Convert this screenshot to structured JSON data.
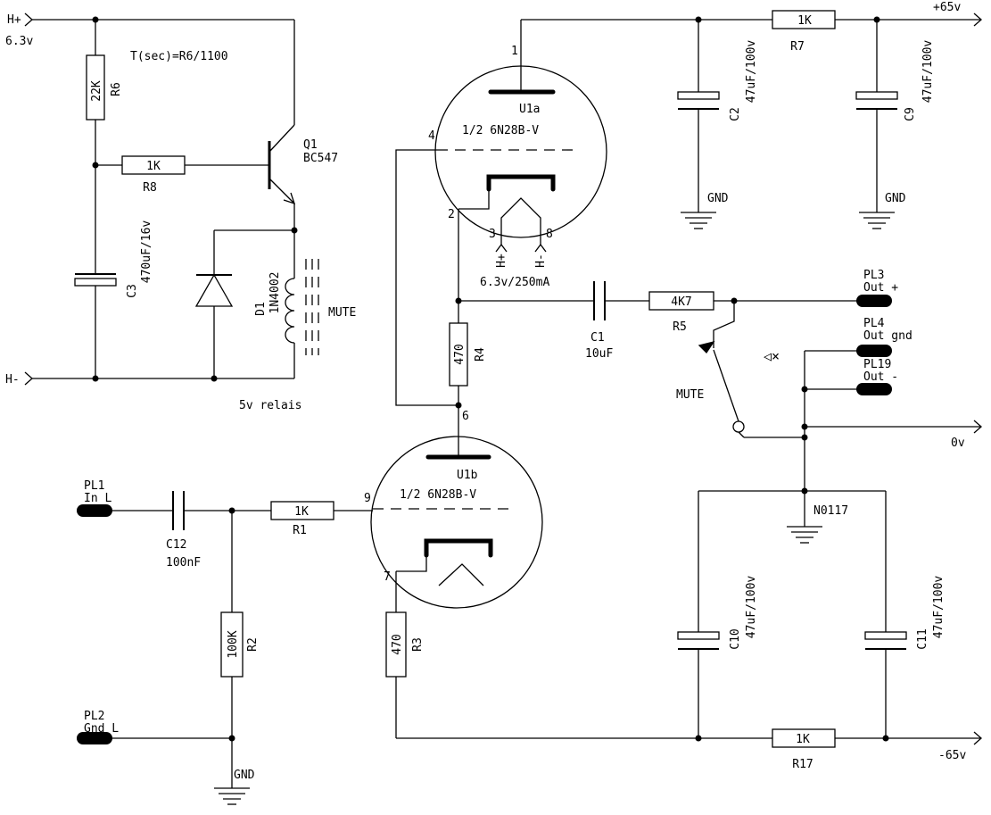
{
  "rails": {
    "h_plus": "H+",
    "h_plus_voltage": "6.3v",
    "h_minus": "H-",
    "plus_65": "+65v",
    "minus_65": "-65v",
    "zero_v": "0v"
  },
  "note": "T(sec)=R6/1100",
  "relay_label": "5v relais",
  "heater_label": "6.3v/250mA",
  "mute_label": "MUTE",
  "switch_label": "MUTE",
  "gnd": "GND",
  "ground_node": "N0117",
  "components": {
    "R6": {
      "ref": "R6",
      "value": "22K"
    },
    "R8": {
      "ref": "R8",
      "value": "1K"
    },
    "R7": {
      "ref": "R7",
      "value": "1K"
    },
    "R5": {
      "ref": "R5",
      "value": "4K7"
    },
    "R4": {
      "ref": "R4",
      "value": "470"
    },
    "R1": {
      "ref": "R1",
      "value": "1K"
    },
    "R2": {
      "ref": "R2",
      "value": "100K"
    },
    "R3": {
      "ref": "R3",
      "value": "470"
    },
    "R17": {
      "ref": "R17",
      "value": "1K"
    },
    "C3": {
      "ref": "C3",
      "value": "470uF/16v"
    },
    "C2": {
      "ref": "C2",
      "value": "47uF/100v"
    },
    "C9": {
      "ref": "C9",
      "value": "47uF/100v"
    },
    "C1": {
      "ref": "C1",
      "value": "10uF"
    },
    "C12": {
      "ref": "C12",
      "value": "100nF"
    },
    "C10": {
      "ref": "C10",
      "value": "47uF/100v"
    },
    "C11": {
      "ref": "C11",
      "value": "47uF/100v"
    },
    "Q1": {
      "ref": "Q1",
      "value": "BC547"
    },
    "D1": {
      "ref": "D1",
      "value": "1N4002"
    },
    "U1a": {
      "ref": "U1a",
      "value": "1/2  6N28B-V"
    },
    "U1b": {
      "ref": "U1b",
      "value": "1/2  6N28B-V"
    }
  },
  "pins": {
    "p1": "1",
    "p2": "2",
    "p3": "3",
    "p4": "4",
    "p6": "6",
    "p7": "7",
    "p8": "8",
    "p9": "9"
  },
  "heater_pins": {
    "plus": "H+",
    "minus": "H-"
  },
  "connectors": {
    "PL1": {
      "ref": "PL1",
      "label": "In L"
    },
    "PL2": {
      "ref": "PL2",
      "label": "Gnd L"
    },
    "PL3": {
      "ref": "PL3",
      "label": "Out +"
    },
    "PL4": {
      "ref": "PL4",
      "label": "Out gnd"
    },
    "PL19": {
      "ref": "PL19",
      "label": "Out -"
    }
  },
  "speaker_mute_symbol": "◁×"
}
